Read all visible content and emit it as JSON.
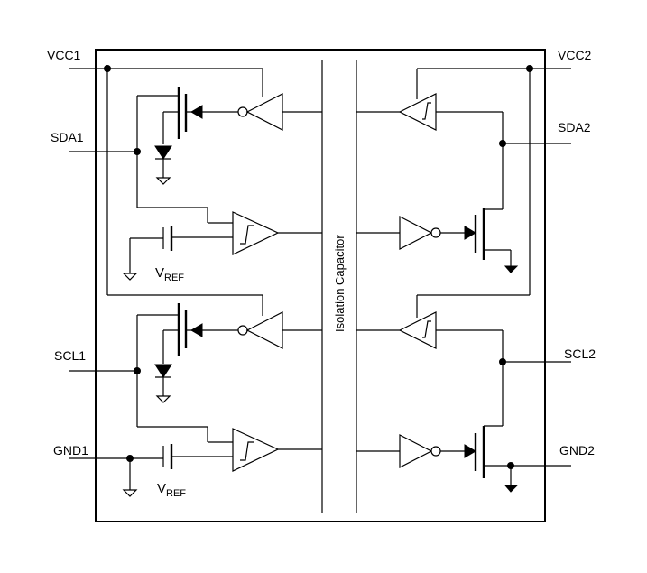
{
  "pins": {
    "vcc1": "VCC1",
    "sda1": "SDA1",
    "scl1": "SCL1",
    "gnd1": "GND1",
    "vcc2": "VCC2",
    "sda2": "SDA2",
    "scl2": "SCL2",
    "gnd2": "GND2"
  },
  "vref": {
    "main": "V",
    "sub": "REF"
  },
  "barrier_label": "Isolation Capacitor"
}
